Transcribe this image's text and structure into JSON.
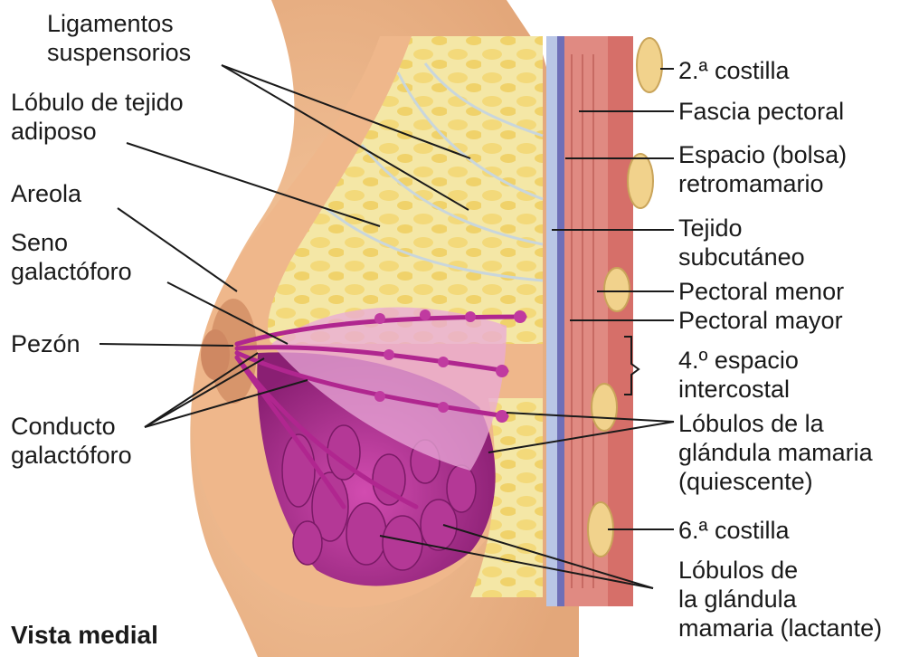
{
  "figure": {
    "title": "Vista medial",
    "left_labels": [
      {
        "id": "ligamentos",
        "lines": [
          "Ligamentos",
          "suspensorios"
        ]
      },
      {
        "id": "lobulo-adiposo",
        "lines": [
          "Lóbulo de tejido",
          "adiposo"
        ]
      },
      {
        "id": "areola",
        "lines": [
          "Areola"
        ]
      },
      {
        "id": "seno",
        "lines": [
          "Seno",
          "galactóforo"
        ]
      },
      {
        "id": "pezon",
        "lines": [
          "Pezón"
        ]
      },
      {
        "id": "conducto",
        "lines": [
          "Conducto",
          "galactóforo"
        ]
      }
    ],
    "right_labels": [
      {
        "id": "costilla2",
        "lines": [
          "2.ª costilla"
        ]
      },
      {
        "id": "fascia",
        "lines": [
          "Fascia pectoral"
        ]
      },
      {
        "id": "espacio-retro",
        "lines": [
          "Espacio (bolsa)",
          "retromamario"
        ]
      },
      {
        "id": "subcutaneo",
        "lines": [
          "Tejido",
          "subcutáneo"
        ]
      },
      {
        "id": "pect-menor",
        "lines": [
          "Pectoral menor"
        ]
      },
      {
        "id": "pect-mayor",
        "lines": [
          "Pectoral mayor"
        ]
      },
      {
        "id": "espacio-inter",
        "lines": [
          "4.º espacio",
          "intercostal"
        ]
      },
      {
        "id": "lobulos-quiescente",
        "lines": [
          "Lóbulos de la",
          "glándula mamaria",
          "(quiescente)"
        ]
      },
      {
        "id": "costilla6",
        "lines": [
          "6.ª costilla"
        ]
      },
      {
        "id": "lobulos-lactante",
        "lines": [
          "Lóbulos de",
          "la glándula",
          "mamaria (lactante)"
        ]
      }
    ]
  }
}
